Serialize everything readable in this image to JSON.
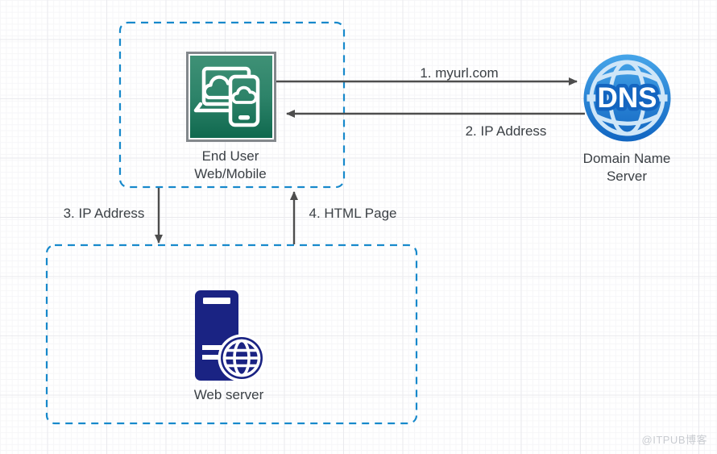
{
  "nodes": {
    "end_user": {
      "line1": "End User",
      "line2": "Web/Mobile"
    },
    "dns": {
      "icon_text": "DNS",
      "line1": "Domain Name",
      "line2": "Server"
    },
    "web_server": {
      "label": "Web server"
    }
  },
  "edges": [
    {
      "label": "1. myurl.com"
    },
    {
      "label": "2. IP Address"
    },
    {
      "label": "3. IP Address"
    },
    {
      "label": "4. HTML Page"
    }
  ],
  "watermark": "@ITPUB博客",
  "colors": {
    "canvas_bg": "#ffffff",
    "group_border_blue": "#1789cb",
    "arrow_gray": "#4d4d4d",
    "label_text": "#3b4045",
    "icon_frame_gray": "#83888c",
    "end_user_green_top": "#3f9176",
    "end_user_green_mid": "#2d8369",
    "end_user_green_bottom": "#10694f",
    "dns_blue_top": "#46a5e9",
    "dns_blue_bottom": "#1165c1",
    "dns_wire_light": "#cfe6f8",
    "server_navy": "#1a2383",
    "watermark_gray": "#c9ccd1"
  }
}
